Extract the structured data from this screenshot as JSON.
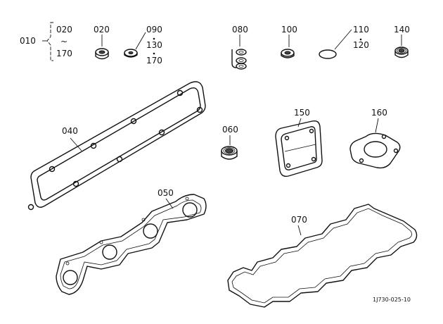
{
  "labels": {
    "l010": "010",
    "l020a": "020",
    "l_tilde": "~",
    "l170a": "170",
    "l020b": "020",
    "l090": "090",
    "l130": "130",
    "l170b": "170",
    "l080": "080",
    "l100": "100",
    "l110": "110",
    "l120": "120",
    "l140": "140",
    "l040": "040",
    "l060": "060",
    "l150": "150",
    "l160": "160",
    "l050": "050",
    "l070": "070",
    "drawing_code": "1J730-025-10"
  }
}
